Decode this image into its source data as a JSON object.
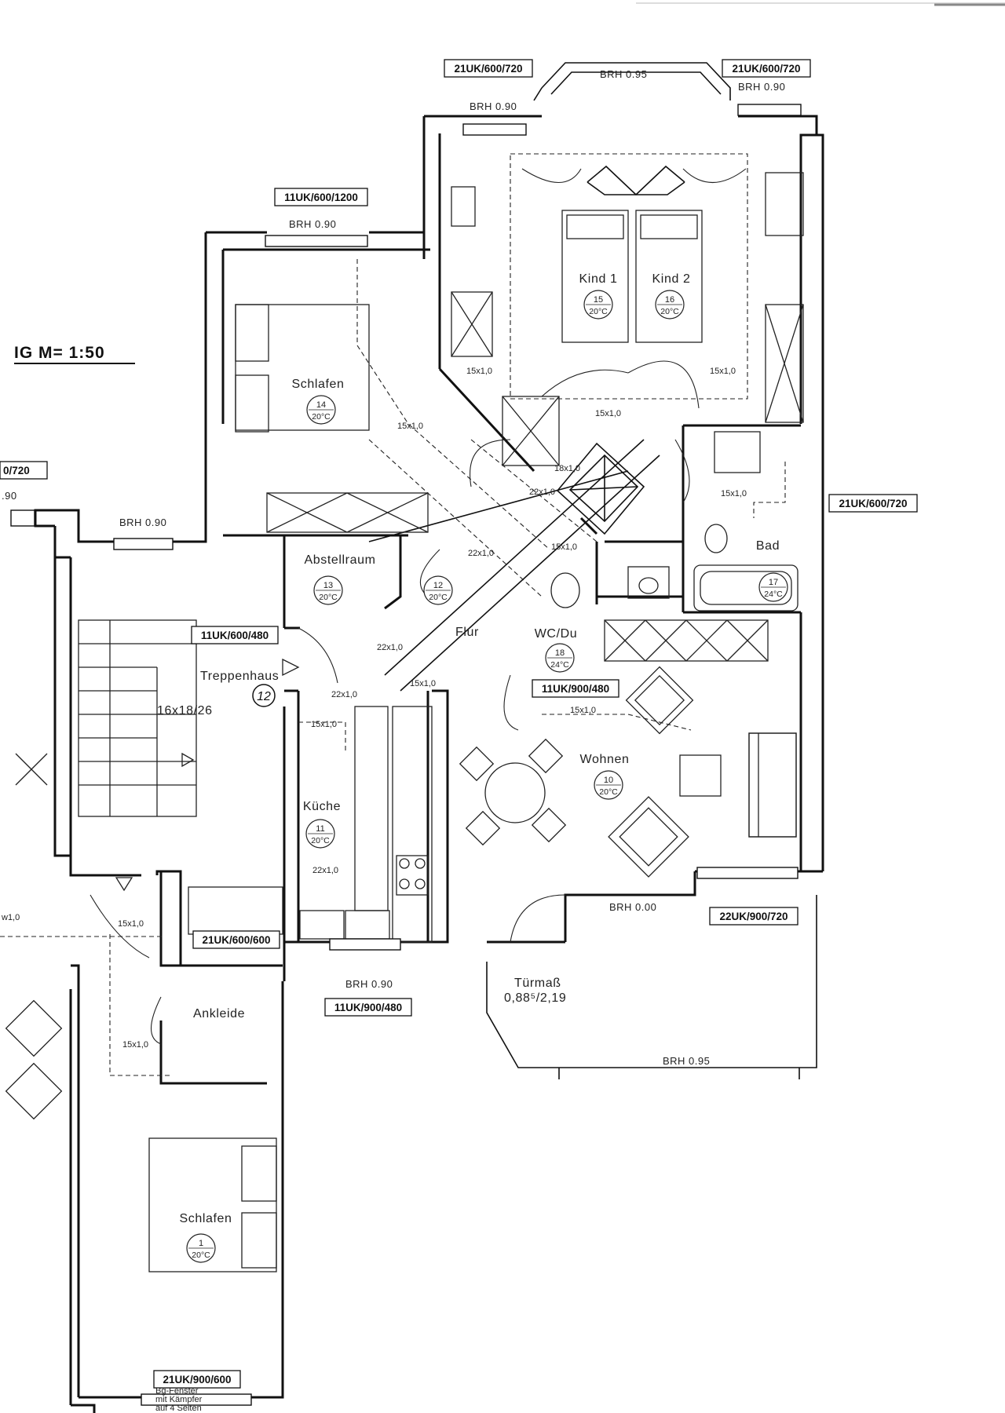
{
  "scale_label": "IG M= 1:50",
  "rooms": [
    {
      "name": "Kind  1",
      "number": "15",
      "temp": "20°C"
    },
    {
      "name": "Kind  2",
      "number": "16",
      "temp": "20°C"
    },
    {
      "name": "Schlafen",
      "number": "14",
      "temp": "20°C"
    },
    {
      "name": "Abstellraum",
      "number": "13",
      "temp": "20°C"
    },
    {
      "name": "",
      "number": "12",
      "temp": "20°C"
    },
    {
      "name": "Bad",
      "number": "17",
      "temp": "24°C"
    },
    {
      "name": "WC/Du",
      "number": "18",
      "temp": "24°C"
    },
    {
      "name": "Wohnen",
      "number": "10",
      "temp": "20°C"
    },
    {
      "name": "Küche",
      "number": "11",
      "temp": "20°C"
    },
    {
      "name": "Schlafen",
      "number": "1",
      "temp": "20°C"
    }
  ],
  "plain_labels": {
    "flur": "Flur",
    "treppenhaus": "Treppenhaus",
    "ankleide": "Ankleide",
    "stair_dims": "16x18/26",
    "handwritten": "12",
    "tuermass": "Türmaß",
    "tuermass_value": "0,88⁵/2,19",
    "window_note": [
      "Bg-Fenster",
      "mit Kämpfer",
      "auf 4 Seiten"
    ]
  },
  "window_types": {
    "w1": "21UK/600/720",
    "w2": "21UK/600/720",
    "w3": "11UK/600/1200",
    "w4": "0/720",
    "w5": "21UK/600/720",
    "w6": "11UK/600/480",
    "w7": "11UK/900/480",
    "w8": "22UK/900/720",
    "w9": "21UK/600/600",
    "w10": "11UK/900/480",
    "w11": "21UK/900/600"
  },
  "sill_heights": {
    "s1": "BRH 0.95",
    "s2": "BRH 0.90",
    "s3": "BRH 0.90",
    "s4": "BRH 0.90",
    "s5": ".90",
    "s6": "BRH 0.90",
    "s7": "BRH 0.00",
    "s8": "BRH 0.90",
    "s9": "BRH 0.95"
  },
  "door_openings": {
    "d1": "15x1,0",
    "d2": "15x1,0",
    "d3": "15x1,0",
    "d4": "15x1,0",
    "d5": "18x1,0",
    "d6": "22x1,0",
    "d7": "15x1,0",
    "d8": "22x1,0",
    "d9": "15x1,0",
    "d10": "22x1,0",
    "d11": "15x1,0",
    "d12": "22x1,0",
    "d13": "15x1,0",
    "d14": "15x1,0",
    "d15": "22x1,0",
    "d16": "15x1,0",
    "d17": "15x1,0",
    "d18": "w1,0"
  }
}
